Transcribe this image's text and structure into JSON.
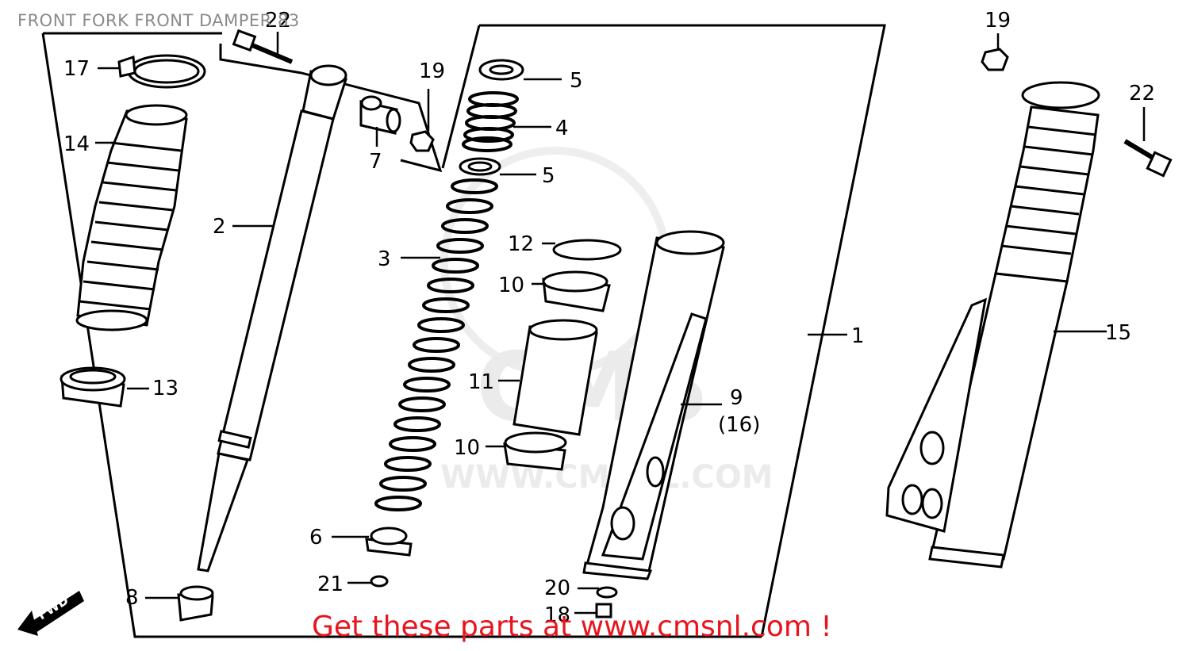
{
  "title": "FRONT FORK FRONT DAMPER 83",
  "cta": {
    "label": "Get these parts at www.cmsnl.com !",
    "color": "#e8141d"
  },
  "watermark": {
    "brand": "CMS",
    "url": "WWW.CMSNL.COM"
  },
  "fwd_label": "FWD",
  "callouts": [
    {
      "id": "22a",
      "label": "22"
    },
    {
      "id": "17",
      "label": "17"
    },
    {
      "id": "14",
      "label": "14"
    },
    {
      "id": "2",
      "label": "2"
    },
    {
      "id": "13",
      "label": "13"
    },
    {
      "id": "8",
      "label": "8"
    },
    {
      "id": "7",
      "label": "7"
    },
    {
      "id": "19a",
      "label": "19"
    },
    {
      "id": "5a",
      "label": "5"
    },
    {
      "id": "4",
      "label": "4"
    },
    {
      "id": "5b",
      "label": "5"
    },
    {
      "id": "3",
      "label": "3"
    },
    {
      "id": "12",
      "label": "12"
    },
    {
      "id": "10a",
      "label": "10"
    },
    {
      "id": "11",
      "label": "11"
    },
    {
      "id": "10b",
      "label": "10"
    },
    {
      "id": "6",
      "label": "6"
    },
    {
      "id": "21",
      "label": "21"
    },
    {
      "id": "20",
      "label": "20"
    },
    {
      "id": "18",
      "label": "18"
    },
    {
      "id": "9",
      "label": "9"
    },
    {
      "id": "16",
      "label": "(16)"
    },
    {
      "id": "1",
      "label": "1"
    },
    {
      "id": "19b",
      "label": "19"
    },
    {
      "id": "22b",
      "label": "22"
    },
    {
      "id": "15",
      "label": "15"
    }
  ]
}
